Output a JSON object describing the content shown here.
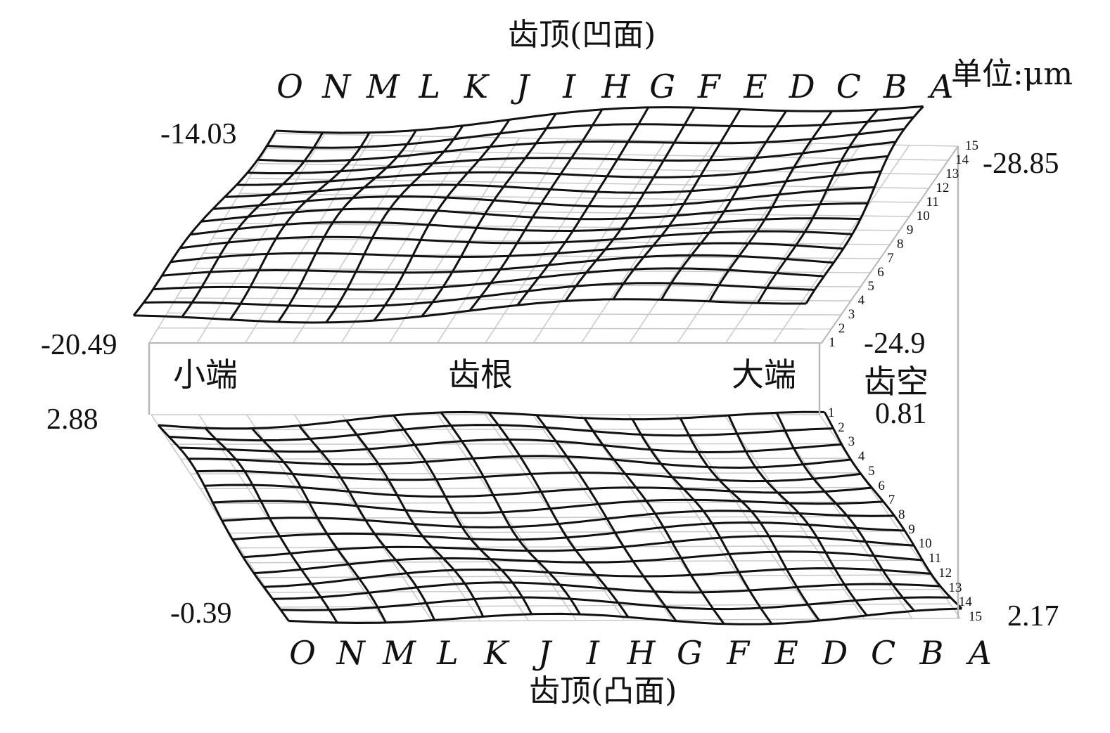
{
  "top_title": "齿顶(凹面)",
  "bottom_title": "齿顶(凸面)",
  "unit": "单位:μm",
  "columns": [
    "O",
    "N",
    "M",
    "L",
    "K",
    "J",
    "I",
    "H",
    "G",
    "F",
    "E",
    "D",
    "C",
    "B",
    "A"
  ],
  "rows": [
    "1",
    "2",
    "3",
    "4",
    "5",
    "6",
    "7",
    "8",
    "9",
    "10",
    "11",
    "12",
    "13",
    "14",
    "15"
  ],
  "top_surface": {
    "corner_values": {
      "top_left": "-14.03",
      "top_right": "-28.85",
      "bottom_left": "-20.49",
      "bottom_right": "-24.9"
    }
  },
  "bottom_surface": {
    "corner_values": {
      "top_left": "2.88",
      "top_right": "0.81",
      "bottom_left": "-0.39",
      "bottom_right": "2.17"
    }
  },
  "middle_labels": {
    "small_end": "小端",
    "root": "齿根",
    "large_end": "大端",
    "space": "齿空"
  }
}
